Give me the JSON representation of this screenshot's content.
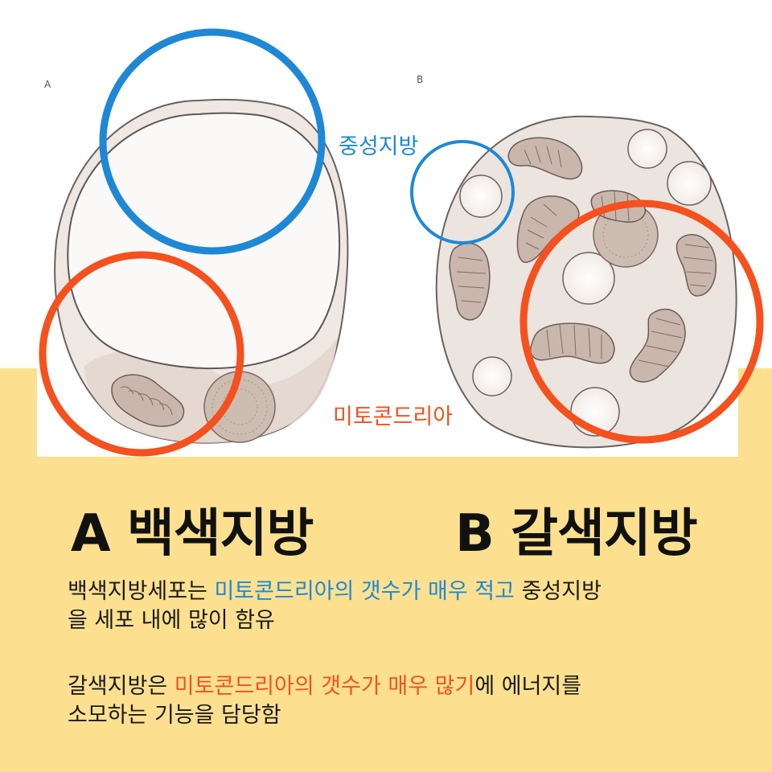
{
  "figure": {
    "panel_a_letter": "A",
    "panel_b_letter": "B",
    "annotations": {
      "fat_label": "중성지방",
      "mito_label": "미토콘드리아"
    }
  },
  "headings": {
    "a": "A 백색지방",
    "b": "B 갈색지방"
  },
  "paragraph1": {
    "part1": "백색지방세포는 ",
    "part2_highlight": "미토콘드리아의 갯수가 매우 적고",
    "part3": " 중성지방",
    "line2": "을 세포 내에 많이 함유"
  },
  "paragraph2": {
    "part1": "갈색지방은 ",
    "part2_highlight": "미토콘드리아의 갯수가 매우 많기",
    "part3": "에 에너지를",
    "line2": "소모하는 기능을 담당함"
  },
  "colors": {
    "blue_accent": "#1e88d6",
    "red_accent": "#f4511e",
    "yellow_background": "#fde08f"
  }
}
